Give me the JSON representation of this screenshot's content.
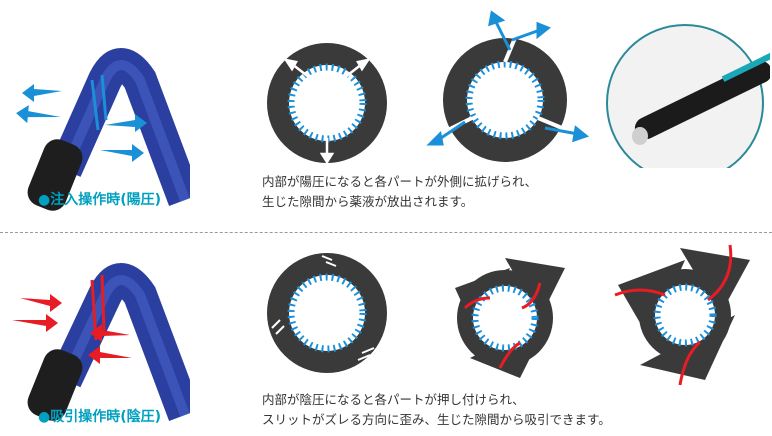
{
  "top": {
    "label": "●注入操作時(陽圧)",
    "description_line1": "内部が陽圧になると各パートが外側に拡げられ、",
    "description_line2": "生じた隙間から薬液が放出されます。"
  },
  "bottom": {
    "label": "●吸引操作時(陰圧)",
    "description_line1": "内部が陰圧になると各パートが押し付けられ、",
    "description_line2": "スリットがズレる方向に歪み、生じた隙間から吸引できます。"
  },
  "colors": {
    "accent_teal": "#00a0c0",
    "arrow_blue": "#1a90d8",
    "arrow_red": "#e81c24",
    "tube_blue": "#2a3fa0",
    "ring_dark": "#3a3a3a"
  }
}
